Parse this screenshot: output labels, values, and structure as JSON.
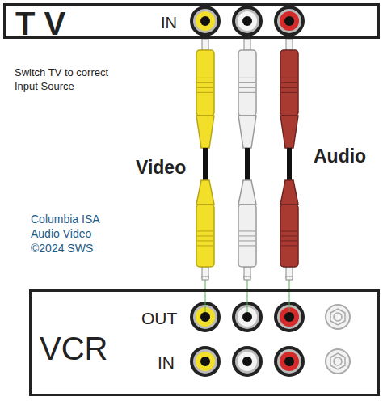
{
  "diagram": {
    "nodes": [
      {
        "text": [
          "T V",
          "IN"
        ]
      },
      {
        "text": [
          "OUT",
          "VCR",
          "IN"
        ]
      }
    ],
    "edges": [
      {
        "from": 1,
        "to": 0,
        "arrow": "none"
      },
      {
        "from": 1,
        "to": 0,
        "arrow": "none"
      },
      {
        "from": 1,
        "to": 0,
        "arrow": "none"
      }
    ],
    "labels": [
      "Switch TV to correct Input Source",
      "Video",
      "Audio",
      "Columbia ISA Audio Video ©2024 SWS"
    ]
  }
}
